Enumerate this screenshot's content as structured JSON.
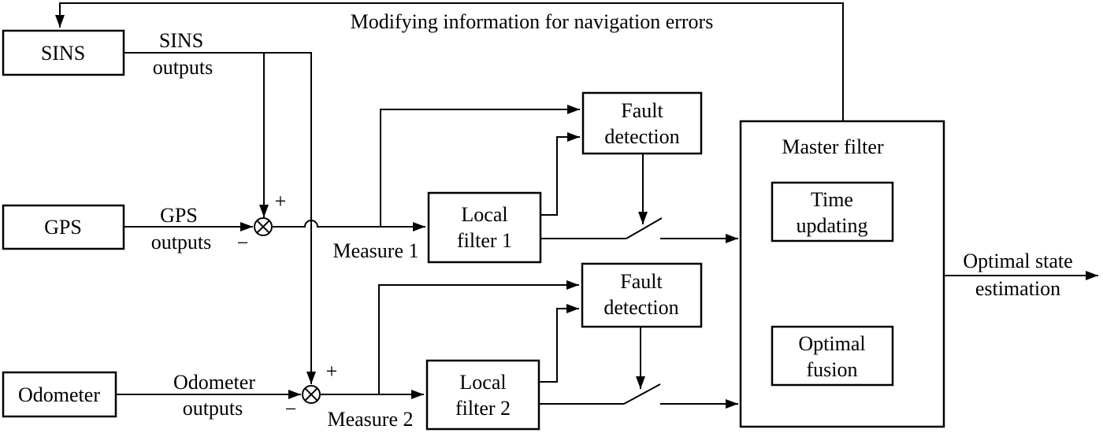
{
  "colors": {
    "line": "#000000",
    "background": "#ffffff"
  },
  "title": "Modifying information for navigation errors",
  "sources": {
    "sins": {
      "label": "SINS",
      "out1": "SINS",
      "out2": "outputs"
    },
    "gps": {
      "label": "GPS",
      "out1": "GPS",
      "out2": "outputs"
    },
    "odometer": {
      "label": "Odometer",
      "out1": "Odometer",
      "out2": "outputs"
    }
  },
  "junctions": {
    "j1": {
      "plus": "+",
      "minus": "−",
      "measure": "Measure 1"
    },
    "j2": {
      "plus": "+",
      "minus": "−",
      "measure": "Measure 2"
    }
  },
  "blocks": {
    "local_filter_1": {
      "line1": "Local",
      "line2": "filter 1"
    },
    "fault_detection_1": {
      "line1": "Fault",
      "line2": "detection"
    },
    "local_filter_2": {
      "line1": "Local",
      "line2": "filter 2"
    },
    "fault_detection_2": {
      "line1": "Fault",
      "line2": "detection"
    },
    "master_filter": {
      "label": "Master filter"
    },
    "time_updating": {
      "line1": "Time",
      "line2": "updating"
    },
    "optimal_fusion": {
      "line1": "Optimal",
      "line2": "fusion"
    }
  },
  "output": {
    "line1": "Optimal state",
    "line2": "estimation"
  }
}
